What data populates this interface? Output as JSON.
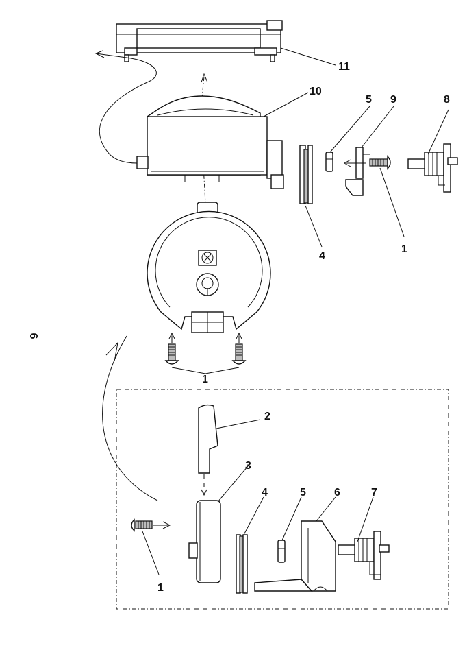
{
  "page_number": "6",
  "callouts": {
    "top_main": {
      "c11": "11",
      "c10": "10",
      "c5": "5",
      "c9": "9",
      "c8": "8",
      "c4": "4",
      "c1_right": "1",
      "c1_bottom": "1"
    },
    "inset": {
      "c2": "2",
      "c3": "3",
      "c4": "4",
      "c5": "5",
      "c6": "6",
      "c7": "7",
      "c1": "1"
    }
  },
  "icons": [
    "screw-icon",
    "arrow-icon"
  ]
}
